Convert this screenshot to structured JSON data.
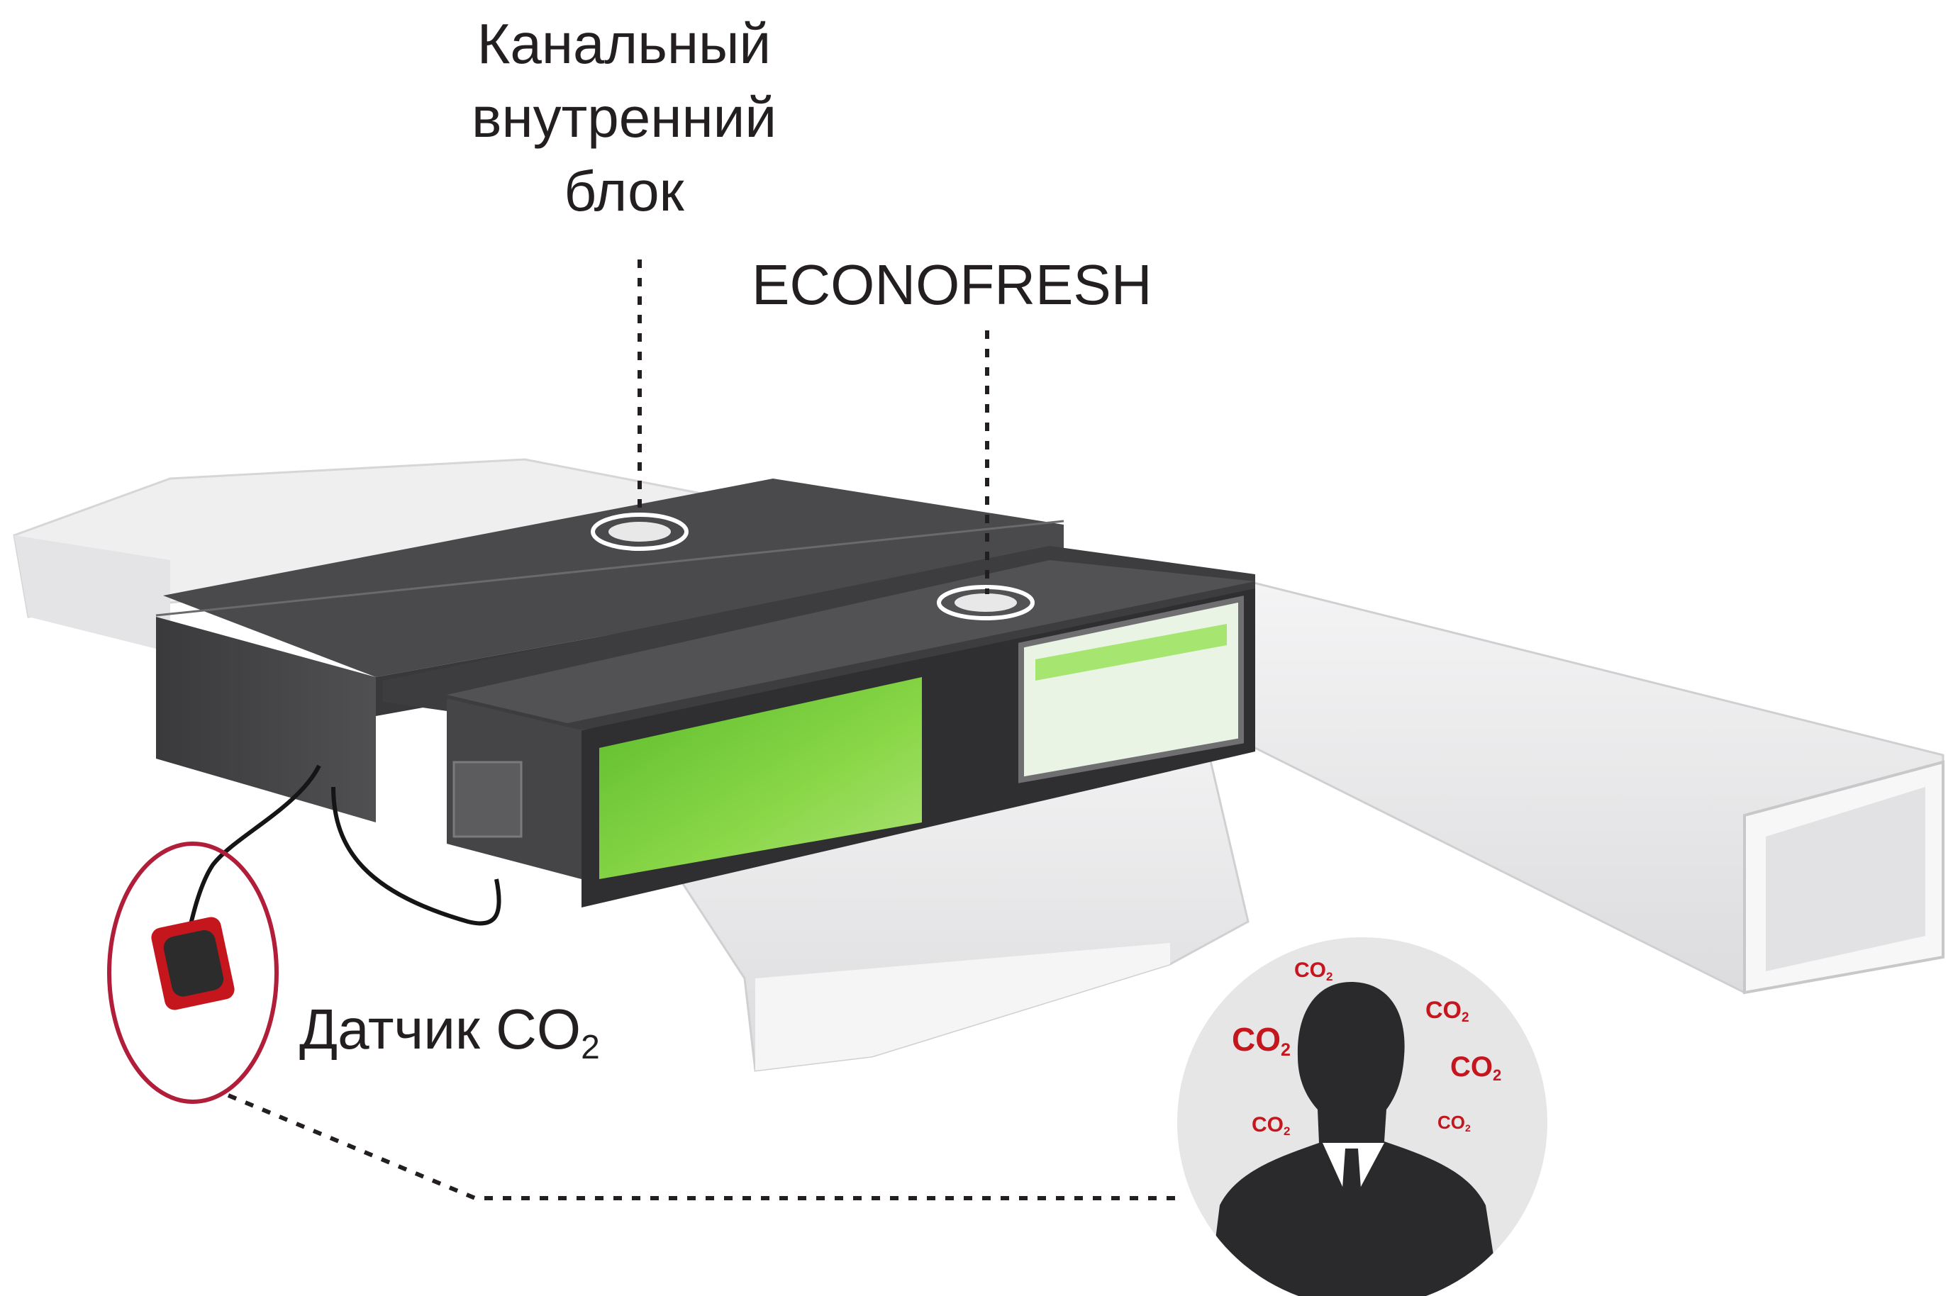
{
  "labels": {
    "indoor_unit": [
      "Канальный",
      "внутренний",
      "блок"
    ],
    "econofresh": "ECONOFRESH",
    "sensor": "Датчик CO",
    "sensor_sub": "2"
  },
  "person_badge": {
    "co2_text": "CO",
    "co2_sub": "2",
    "co2_count": 6
  },
  "colors": {
    "unit_body": "#3d3d3f",
    "unit_top": "#4a4a4c",
    "filter_green": "#7fd63a",
    "duct": "#eeeeef",
    "sensor_accent": "#c4161c",
    "sensor_ring": "#b01e3a",
    "leader_line": "#231f20",
    "person_silhouette": "#2a2a2c",
    "badge_bg": "#e6e6e7"
  }
}
